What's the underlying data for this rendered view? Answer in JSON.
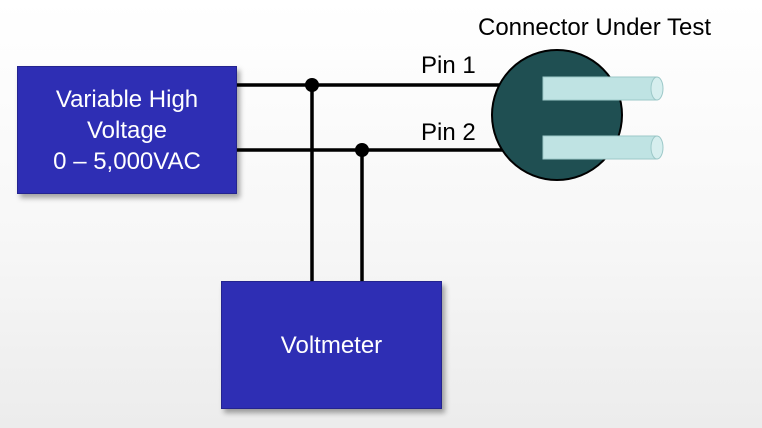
{
  "diagram": {
    "connector_title": "Connector Under Test",
    "source": {
      "lines": [
        "Variable High",
        "Voltage",
        "0 – 5,000VAC"
      ]
    },
    "voltmeter": {
      "label": "Voltmeter"
    },
    "pins": [
      {
        "label": "Pin 1"
      },
      {
        "label": "Pin 2"
      }
    ],
    "colors": {
      "box_fill": "#2e2eb4",
      "connector_fill": "#1f4f52",
      "pin_fill": "#bfe3e3",
      "wire": "#000000"
    }
  }
}
